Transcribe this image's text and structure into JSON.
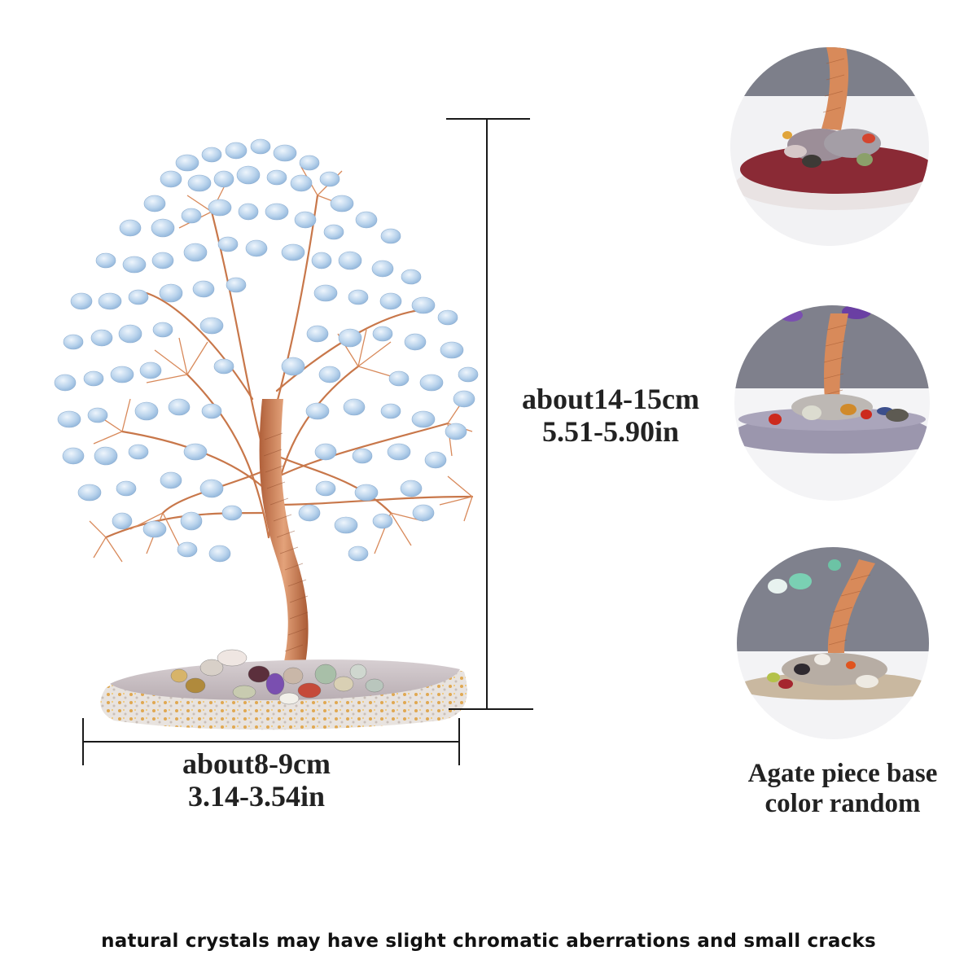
{
  "product": {
    "name": "crystal gemstone wire tree on agate slice base",
    "crystal_color": "#a9c8e6",
    "wire_color": "#c9794a"
  },
  "height_dimension": {
    "label_metric": "about14-15cm",
    "label_imperial": "5.51-5.90in"
  },
  "width_dimension": {
    "label_metric": "about8-9cm",
    "label_imperial": "3.14-3.54in"
  },
  "detail_views": {
    "caption_line1": "Agate piece base",
    "caption_line2": "color random",
    "items": [
      {
        "base_color": "#8a2a35",
        "leaf_color": "",
        "background": "#7d7f8a"
      },
      {
        "base_color": "#9b96ad",
        "leaf_color": "#7a4fb0",
        "background": "#7f808c"
      },
      {
        "base_color": "#c9b8a0",
        "leaf_color": "#7ad0b3",
        "background": "#7f818d"
      }
    ]
  },
  "footer": {
    "note": "natural crystals may have slight chromatic aberrations and small cracks"
  }
}
